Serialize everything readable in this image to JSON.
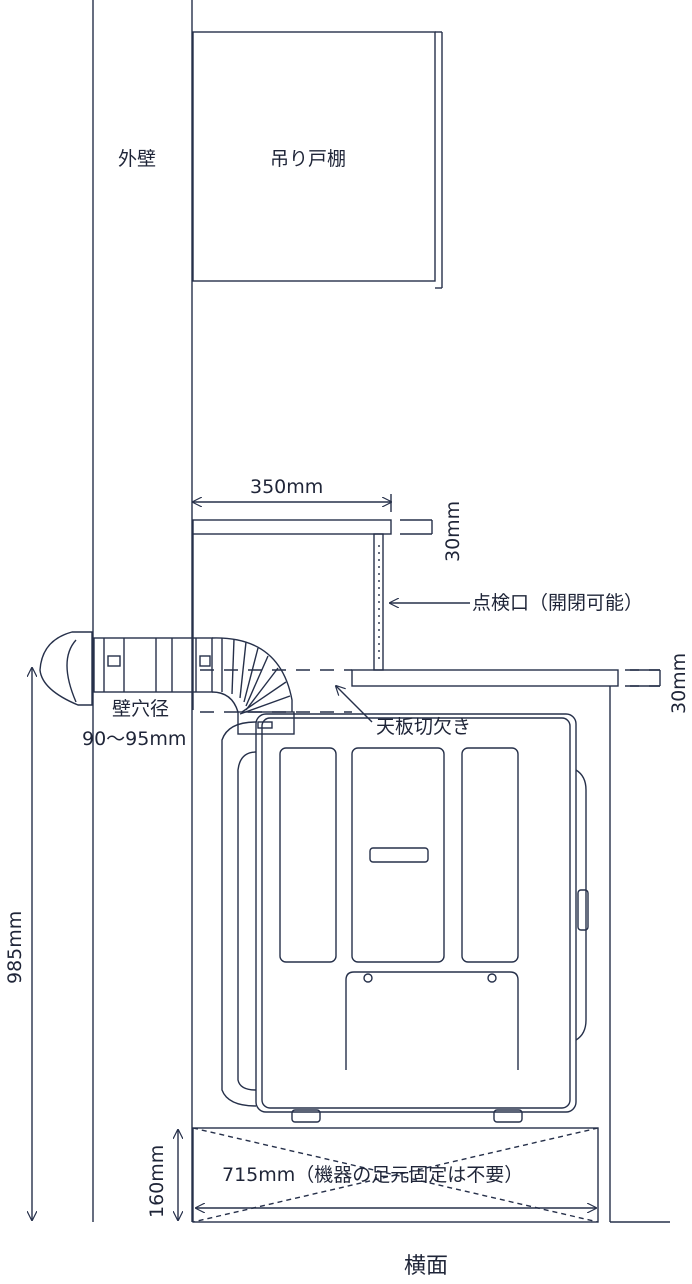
{
  "labels": {
    "outer_wall": "外壁",
    "wall_cabinet": "吊り戸棚",
    "shelf_depth": "350mm",
    "shelf_thickness": "30mm",
    "inspection_port": "点検口（開閉可能）",
    "counter_thickness": "30mm",
    "top_cutout": "天板切欠き",
    "hole_title": "壁穴径",
    "hole_size": "90〜95mm",
    "height_total": "985mm",
    "base_height": "160mm",
    "base_width": "715mm（機器の足元固定は不要）",
    "view_name": "横面"
  },
  "colors": {
    "line": "#26304a",
    "text": "#1f2538"
  }
}
